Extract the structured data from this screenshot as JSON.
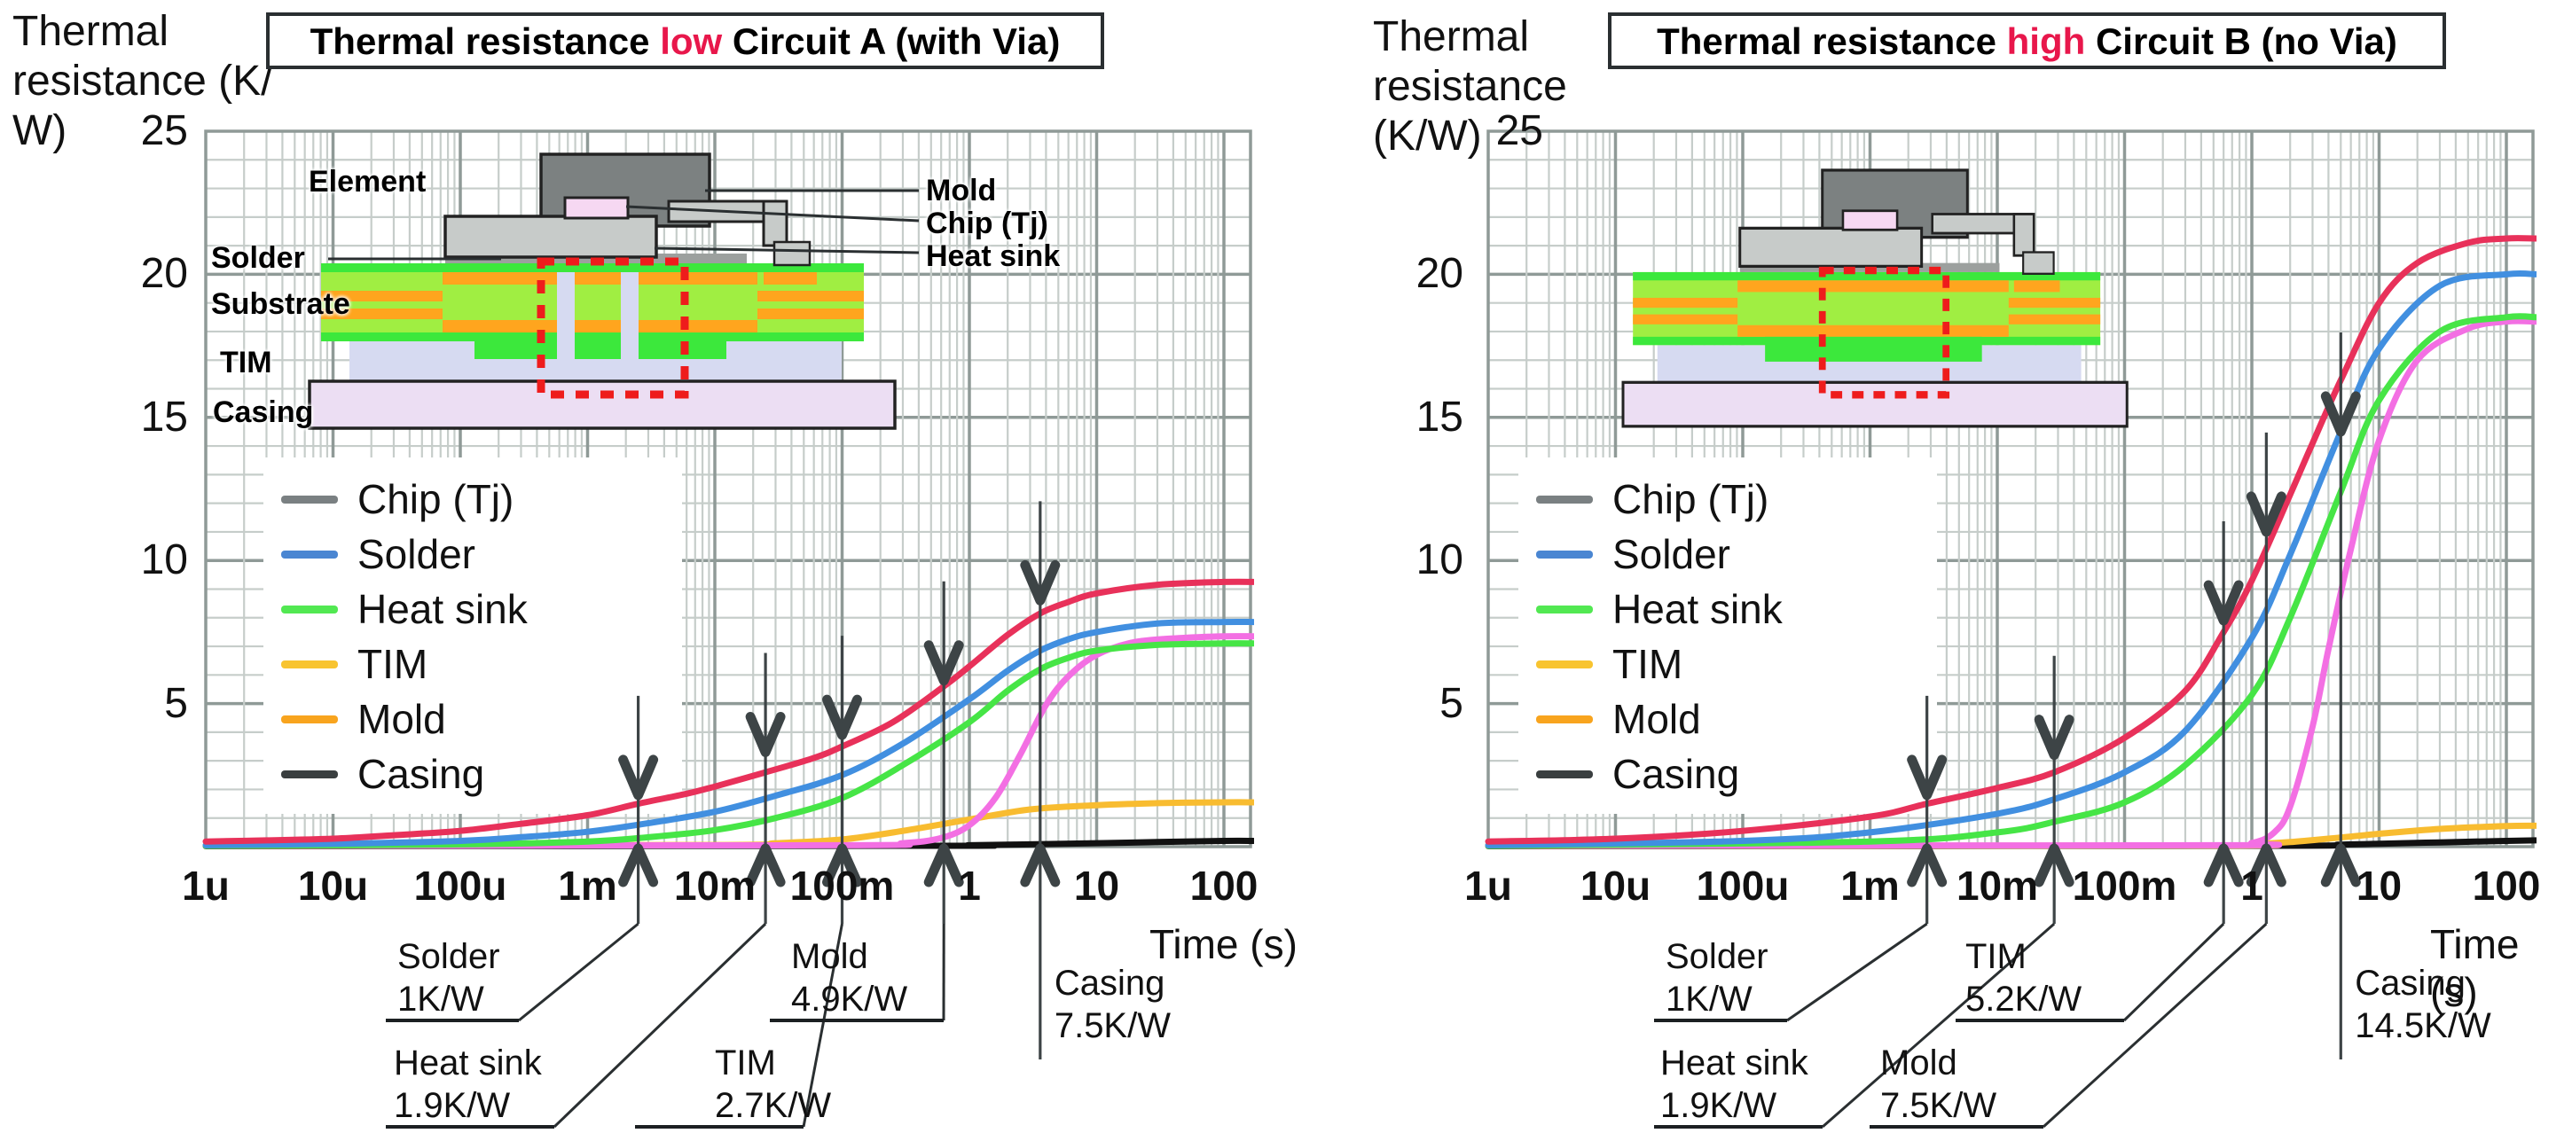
{
  "colors": {
    "highlight_red": "#e8174b",
    "grid_minor": "#c6cdca",
    "grid_major": "#8f9a97",
    "arrow": "#3d4446",
    "leader": "#2a2f31",
    "curve_chip": "#e8315a",
    "curve_solder": "#418fe0",
    "curve_heatsink": "#46e546",
    "curve_tim": "#f8bc30",
    "curve_mold": "#f36fe3",
    "curve_casing": "#111111",
    "legend_chip": "#7a8082",
    "legend_solder": "#4a86d2",
    "legend_heatsink": "#52e852",
    "legend_tim": "#f8c430",
    "legend_mold": "#f8a41e",
    "legend_casing": "#3a3f40",
    "inset_mold": "#7c8181",
    "inset_chip": "#f6d8f2",
    "inset_metal": "#c7cbc9",
    "inset_metal_dark": "#9ca09e",
    "inset_substrate": "#a0ee42",
    "inset_substrate_edge": "#3ce83c",
    "inset_copper": "#ffa51e",
    "inset_tim": "#d6daf1",
    "inset_casing": "#ecdef3",
    "inset_outline": "#222222",
    "via_box_red": "#ee1c1c"
  },
  "charts": [
    {
      "title": {
        "prefix": "Thermal resistance ",
        "highlight": "low",
        "suffix": " Circuit A (with Via)"
      },
      "y_axis_title_lines": [
        "Thermal",
        "resistance (K/",
        "W)"
      ],
      "x_axis_title": "Time (s)",
      "y_ticks": [
        "25",
        "20",
        "15",
        "10",
        "5"
      ],
      "x_ticks": [
        "1u",
        "10u",
        "100u",
        "1m",
        "10m",
        "100m",
        "1",
        "10",
        "100"
      ],
      "legend": [
        {
          "label": "Chip (Tj)",
          "swatch": "legend_chip"
        },
        {
          "label": "Solder",
          "swatch": "legend_solder"
        },
        {
          "label": "Heat sink",
          "swatch": "legend_heatsink"
        },
        {
          "label": "TIM",
          "swatch": "legend_tim"
        },
        {
          "label": "Mold",
          "swatch": "legend_mold"
        },
        {
          "label": "Casing",
          "swatch": "legend_casing"
        }
      ],
      "inset_labels": {
        "element": "Element",
        "solder": "Solder",
        "substrate": "Substrate",
        "tim": "TIM",
        "casing": "Casing",
        "mold": "Mold",
        "chip": "Chip (Tj)",
        "heatsink": "Heat sink"
      },
      "annotations": [
        {
          "label": "Solder",
          "value": "1K/W",
          "t": 0.0025,
          "arrow_v": 1.8
        },
        {
          "label": "Heat sink",
          "value": "1.9K/W",
          "t": 0.025,
          "arrow_v": 3.3
        },
        {
          "label": "TIM",
          "value": "2.7K/W",
          "t": 0.1,
          "arrow_v": 3.9
        },
        {
          "label": "Mold",
          "value": "4.9K/W",
          "t": 0.63,
          "arrow_v": 5.8
        },
        {
          "label": "Casing",
          "value": "7.5K/W",
          "t": 3.6,
          "arrow_v": 8.6,
          "long": true
        }
      ],
      "chart_data": {
        "type": "line",
        "x_scale": "log",
        "xlabel": "Time (s)",
        "ylabel": "Thermal resistance (K/W)",
        "xlim": [
          1e-06,
          170
        ],
        "ylim": [
          0,
          25
        ],
        "grid": true,
        "legend_position": "upper-left-inside",
        "series": [
          {
            "name": "Chip (Tj)",
            "color": "curve_chip",
            "points": [
              [
                1e-06,
                0.18
              ],
              [
                3e-06,
                0.22
              ],
              [
                1e-05,
                0.28
              ],
              [
                3e-05,
                0.4
              ],
              [
                0.0001,
                0.55
              ],
              [
                0.0003,
                0.8
              ],
              [
                0.001,
                1.1
              ],
              [
                0.0025,
                1.5
              ],
              [
                0.006,
                1.85
              ],
              [
                0.01,
                2.1
              ],
              [
                0.025,
                2.6
              ],
              [
                0.06,
                3.1
              ],
              [
                0.1,
                3.5
              ],
              [
                0.25,
                4.35
              ],
              [
                0.63,
                5.6
              ],
              [
                1,
                6.3
              ],
              [
                2,
                7.4
              ],
              [
                3.6,
                8.15
              ],
              [
                6,
                8.55
              ],
              [
                10,
                8.85
              ],
              [
                30,
                9.15
              ],
              [
                100,
                9.25
              ],
              [
                170,
                9.25
              ]
            ]
          },
          {
            "name": "Solder",
            "color": "curve_solder",
            "points": [
              [
                1e-06,
                0.05
              ],
              [
                1e-05,
                0.1
              ],
              [
                0.0001,
                0.2
              ],
              [
                0.0003,
                0.33
              ],
              [
                0.001,
                0.52
              ],
              [
                0.003,
                0.82
              ],
              [
                0.01,
                1.22
              ],
              [
                0.03,
                1.78
              ],
              [
                0.1,
                2.5
              ],
              [
                0.3,
                3.6
              ],
              [
                1,
                5.15
              ],
              [
                2,
                6.15
              ],
              [
                3.6,
                6.85
              ],
              [
                6,
                7.25
              ],
              [
                10,
                7.5
              ],
              [
                30,
                7.8
              ],
              [
                100,
                7.85
              ],
              [
                170,
                7.85
              ]
            ]
          },
          {
            "name": "Heat sink",
            "color": "curve_heatsink",
            "points": [
              [
                1e-06,
                0.03
              ],
              [
                0.0001,
                0.08
              ],
              [
                0.001,
                0.18
              ],
              [
                0.003,
                0.33
              ],
              [
                0.01,
                0.58
              ],
              [
                0.03,
                1.0
              ],
              [
                0.1,
                1.7
              ],
              [
                0.3,
                2.85
              ],
              [
                1,
                4.35
              ],
              [
                2,
                5.45
              ],
              [
                3.6,
                6.2
              ],
              [
                6,
                6.6
              ],
              [
                10,
                6.85
              ],
              [
                30,
                7.05
              ],
              [
                100,
                7.1
              ],
              [
                170,
                7.1
              ]
            ]
          },
          {
            "name": "TIM",
            "color": "curve_tim",
            "points": [
              [
                1e-06,
                0.03
              ],
              [
                0.01,
                0.06
              ],
              [
                0.03,
                0.12
              ],
              [
                0.1,
                0.25
              ],
              [
                0.3,
                0.55
              ],
              [
                1,
                0.95
              ],
              [
                3,
                1.3
              ],
              [
                10,
                1.45
              ],
              [
                30,
                1.52
              ],
              [
                100,
                1.55
              ],
              [
                170,
                1.55
              ]
            ]
          },
          {
            "name": "Mold",
            "color": "curve_mold",
            "points": [
              [
                1e-06,
                0.04
              ],
              [
                0.1,
                0.05
              ],
              [
                0.3,
                0.12
              ],
              [
                0.6,
                0.3
              ],
              [
                1,
                0.75
              ],
              [
                1.6,
                1.7
              ],
              [
                2.5,
                3.2
              ],
              [
                4,
                4.95
              ],
              [
                6,
                5.95
              ],
              [
                10,
                6.7
              ],
              [
                20,
                7.15
              ],
              [
                50,
                7.3
              ],
              [
                100,
                7.35
              ],
              [
                170,
                7.35
              ]
            ]
          },
          {
            "name": "Casing",
            "color": "curve_casing",
            "points": [
              [
                1e-06,
                0.02
              ],
              [
                0.5,
                0.03
              ],
              [
                1,
                0.05
              ],
              [
                3,
                0.08
              ],
              [
                10,
                0.12
              ],
              [
                30,
                0.16
              ],
              [
                100,
                0.2
              ],
              [
                170,
                0.2
              ]
            ]
          }
        ]
      }
    },
    {
      "title": {
        "prefix": "Thermal resistance ",
        "highlight": "high",
        "suffix": " Circuit B (no Via)"
      },
      "y_axis_title_lines": [
        "Thermal",
        "resistance",
        "(K/W)"
      ],
      "x_axis_title": "Time (s)",
      "y_ticks": [
        "25",
        "20",
        "15",
        "10",
        "5"
      ],
      "x_ticks": [
        "1u",
        "10u",
        "100u",
        "1m",
        "10m",
        "100m",
        "1",
        "10",
        "100"
      ],
      "legend": [
        {
          "label": "Chip (Tj)",
          "swatch": "legend_chip"
        },
        {
          "label": "Solder",
          "swatch": "legend_solder"
        },
        {
          "label": "Heat sink",
          "swatch": "legend_heatsink"
        },
        {
          "label": "TIM",
          "swatch": "legend_tim"
        },
        {
          "label": "Mold",
          "swatch": "legend_mold"
        },
        {
          "label": "Casing",
          "swatch": "legend_casing"
        }
      ],
      "annotations": [
        {
          "label": "Solder",
          "value": "1K/W",
          "t": 0.0028,
          "arrow_v": 1.8
        },
        {
          "label": "Heat sink",
          "value": "1.9K/W",
          "t": 0.028,
          "arrow_v": 3.2
        },
        {
          "label": "TIM",
          "value": "5.2K/W",
          "t": 0.6,
          "arrow_v": 7.9
        },
        {
          "label": "Mold",
          "value": "7.5K/W",
          "t": 1.3,
          "arrow_v": 11.0
        },
        {
          "label": "Casing",
          "value": "14.5K/W",
          "t": 5,
          "arrow_v": 14.5,
          "long": true
        }
      ],
      "chart_data": {
        "type": "line",
        "x_scale": "log",
        "xlabel": "Time (s)",
        "ylabel": "Thermal resistance (K/W)",
        "xlim": [
          1e-06,
          170
        ],
        "ylim": [
          0,
          25
        ],
        "grid": true,
        "legend_position": "upper-left-inside",
        "series": [
          {
            "name": "Chip (Tj)",
            "color": "curve_chip",
            "points": [
              [
                1e-06,
                0.18
              ],
              [
                1e-05,
                0.28
              ],
              [
                0.0001,
                0.55
              ],
              [
                0.001,
                1.05
              ],
              [
                0.0028,
                1.5
              ],
              [
                0.01,
                2.05
              ],
              [
                0.028,
                2.6
              ],
              [
                0.1,
                3.8
              ],
              [
                0.3,
                5.45
              ],
              [
                0.6,
                7.5
              ],
              [
                1,
                9.3
              ],
              [
                2,
                12.3
              ],
              [
                3,
                14.1
              ],
              [
                5,
                16.3
              ],
              [
                10,
                19.0
              ],
              [
                20,
                20.4
              ],
              [
                50,
                21.1
              ],
              [
                100,
                21.25
              ],
              [
                170,
                21.25
              ]
            ]
          },
          {
            "name": "Solder",
            "color": "curve_solder",
            "points": [
              [
                1e-06,
                0.05
              ],
              [
                0.0001,
                0.2
              ],
              [
                0.001,
                0.5
              ],
              [
                0.01,
                1.15
              ],
              [
                0.03,
                1.7
              ],
              [
                0.1,
                2.6
              ],
              [
                0.3,
                4.05
              ],
              [
                1,
                7.3
              ],
              [
                2,
                10.2
              ],
              [
                5,
                14.5
              ],
              [
                10,
                17.4
              ],
              [
                30,
                19.6
              ],
              [
                100,
                20.0
              ],
              [
                170,
                20.0
              ]
            ]
          },
          {
            "name": "Heat sink",
            "color": "curve_heatsink",
            "points": [
              [
                1e-06,
                0.03
              ],
              [
                0.001,
                0.18
              ],
              [
                0.01,
                0.5
              ],
              [
                0.03,
                0.9
              ],
              [
                0.1,
                1.55
              ],
              [
                0.3,
                2.85
              ],
              [
                1,
                5.3
              ],
              [
                2,
                8.0
              ],
              [
                5,
                12.4
              ],
              [
                10,
                15.6
              ],
              [
                30,
                18.0
              ],
              [
                100,
                18.5
              ],
              [
                170,
                18.5
              ]
            ]
          },
          {
            "name": "TIM",
            "color": "curve_tim",
            "points": [
              [
                1e-06,
                0.03
              ],
              [
                0.5,
                0.04
              ],
              [
                1,
                0.08
              ],
              [
                2,
                0.16
              ],
              [
                5,
                0.32
              ],
              [
                10,
                0.45
              ],
              [
                30,
                0.62
              ],
              [
                100,
                0.72
              ],
              [
                170,
                0.73
              ]
            ]
          },
          {
            "name": "Mold",
            "color": "curve_mold",
            "points": [
              [
                1e-06,
                0.04
              ],
              [
                0.5,
                0.05
              ],
              [
                1,
                0.13
              ],
              [
                1.5,
                0.5
              ],
              [
                2,
                1.4
              ],
              [
                3,
                4.2
              ],
              [
                4,
                6.9
              ],
              [
                6,
                10.4
              ],
              [
                10,
                14.2
              ],
              [
                20,
                17.0
              ],
              [
                50,
                18.1
              ],
              [
                100,
                18.35
              ],
              [
                170,
                18.35
              ]
            ]
          },
          {
            "name": "Casing",
            "color": "curve_casing",
            "points": [
              [
                1e-06,
                0.02
              ],
              [
                1,
                0.03
              ],
              [
                5,
                0.07
              ],
              [
                10,
                0.1
              ],
              [
                30,
                0.15
              ],
              [
                100,
                0.2
              ],
              [
                170,
                0.22
              ]
            ]
          }
        ]
      }
    }
  ]
}
